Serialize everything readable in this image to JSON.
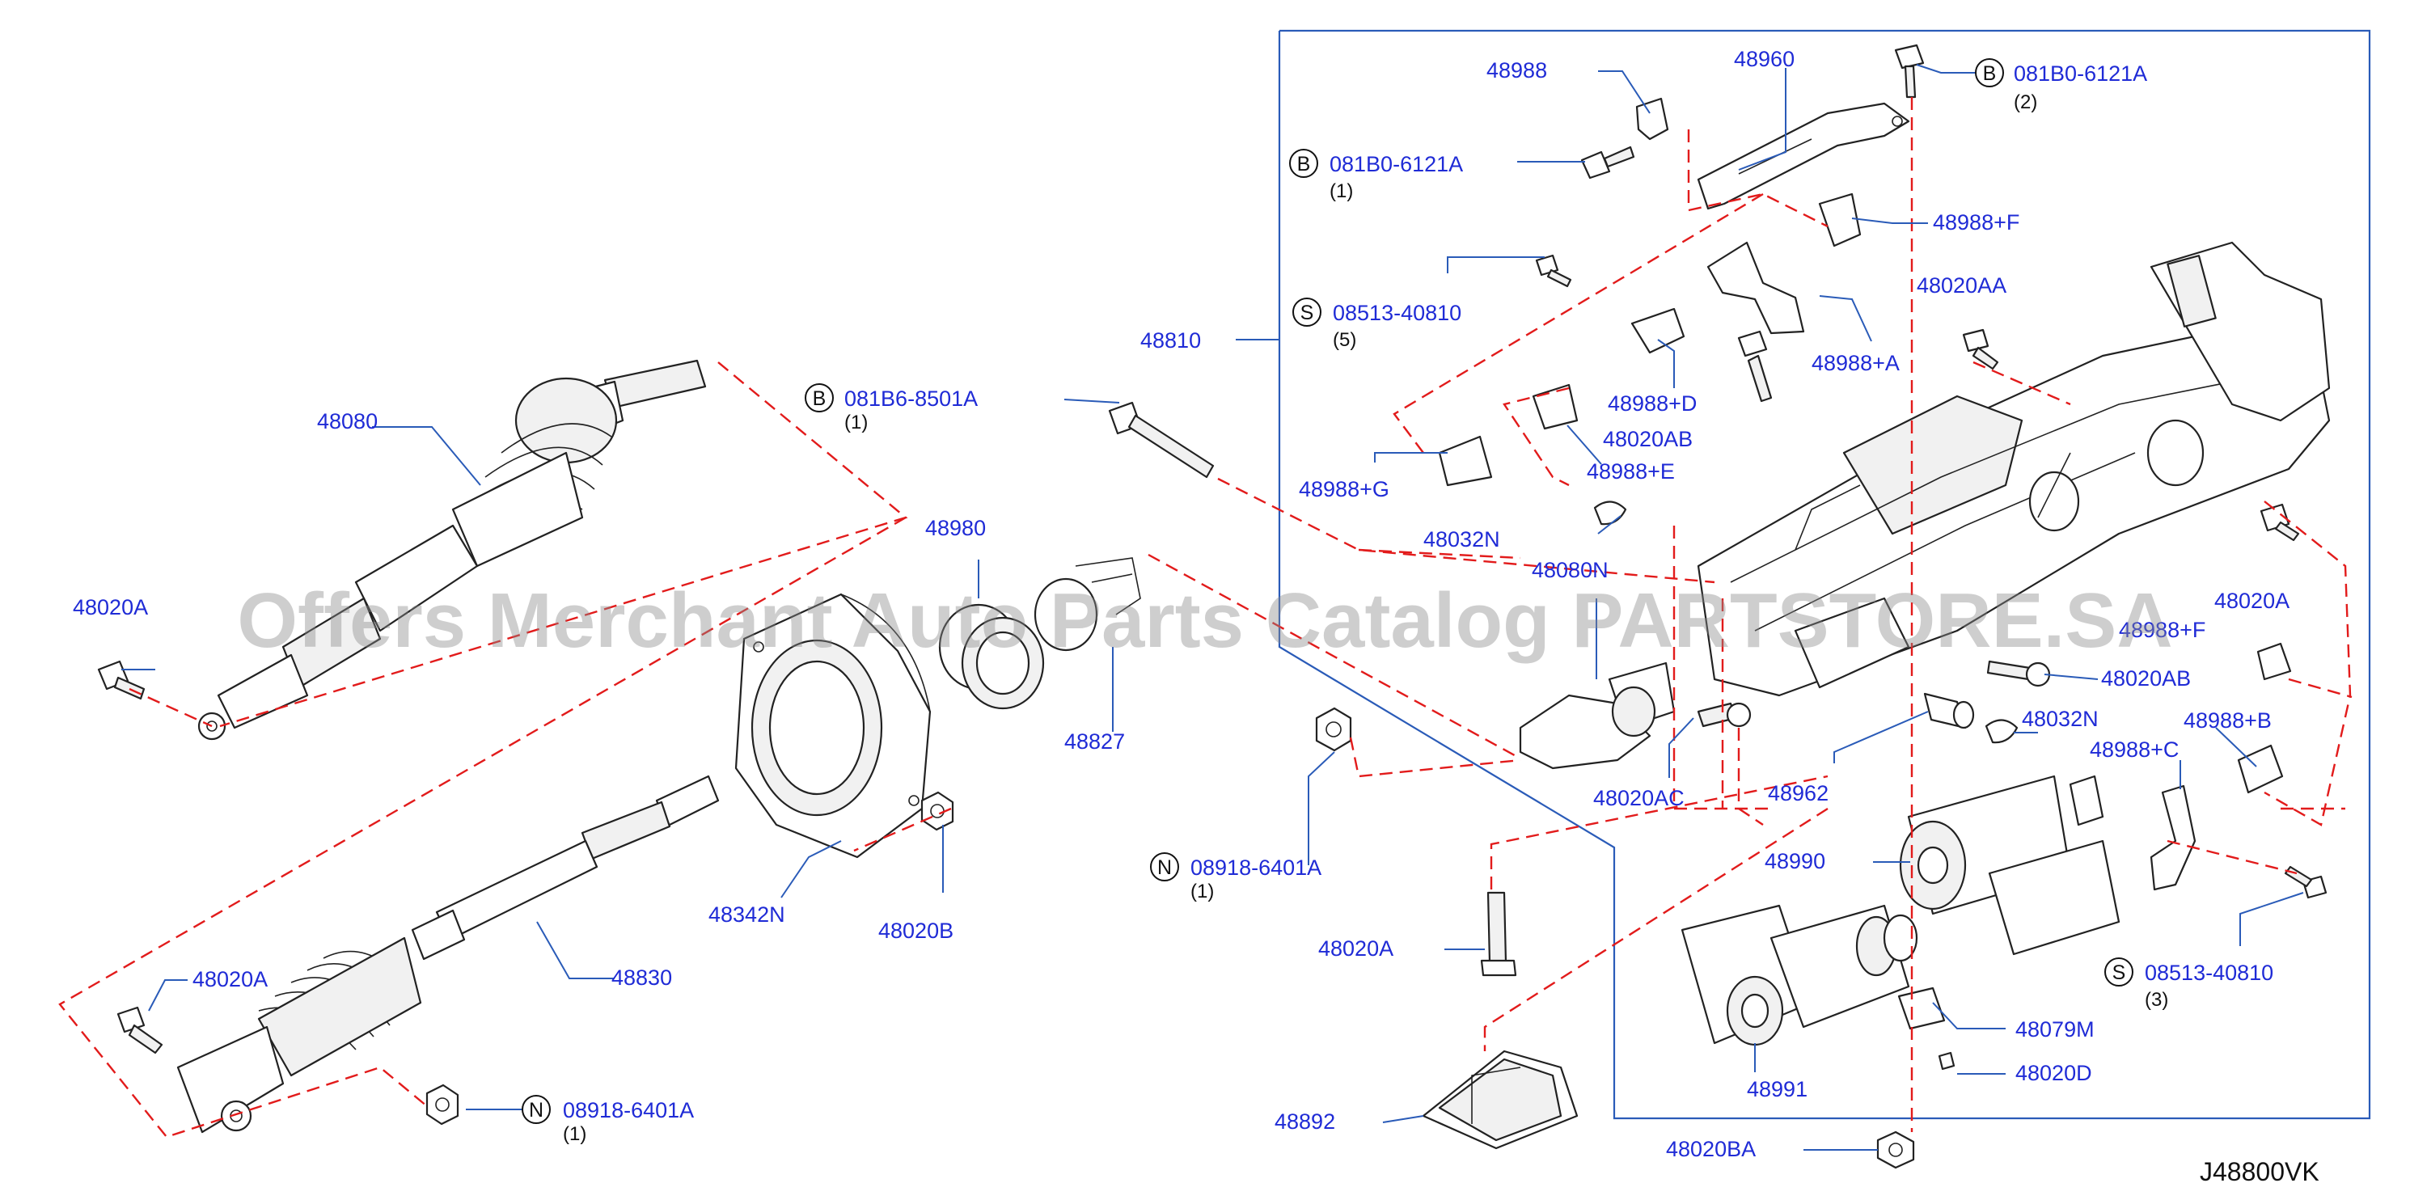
{
  "diagram": {
    "watermark": "Offers Merchant Auto Parts Catalog PARTSTORE.SA",
    "reference_code": "J48800VK",
    "labels": {
      "p48080": "48080",
      "p48020A_left": "48020A",
      "p48980": "48980",
      "p48827": "48827",
      "p48342N": "48342N",
      "p48020B": "48020B",
      "p48830": "48830",
      "p48020A_lower": "48020A",
      "p48810": "48810",
      "p48988": "48988",
      "p48960": "48960",
      "p48988F_top": "48988+F",
      "p48988A": "48988+A",
      "p48020AA": "48020AA",
      "p48988D": "48988+D",
      "p48020AB_top": "48020AB",
      "p48988E": "48988+E",
      "p48988G": "48988+G",
      "p48032N_top": "48032N",
      "p48080N": "48080N",
      "p48020A_right_partial": "48020A",
      "p48988F_right": "48988+F",
      "p48020AB_right": "48020AB",
      "p48032N_right": "48032N",
      "p48020AC": "48020AC",
      "p48962": "48962",
      "p48988B": "48988+B",
      "p48988C": "48988+C",
      "p48990": "48990",
      "p48020A_center": "48020A",
      "p48079M": "48079M",
      "p48020D": "48020D",
      "p48991": "48991",
      "p48892": "48892",
      "p48020BA": "48020BA"
    },
    "callouts": [
      {
        "letter": "B",
        "code": "081B6-8501A",
        "qty": "(1)"
      },
      {
        "letter": "N",
        "code": "08918-6401A",
        "qty": "(1)"
      },
      {
        "letter": "N",
        "code": "08918-6401A",
        "qty": "(1)"
      },
      {
        "letter": "B",
        "code": "081B0-6121A",
        "qty": "(2)"
      },
      {
        "letter": "B",
        "code": "081B0-6121A",
        "qty": "(1)"
      },
      {
        "letter": "S",
        "code": "08513-40810",
        "qty": "(5)"
      },
      {
        "letter": "S",
        "code": "08513-40810",
        "qty": "(3)"
      }
    ]
  }
}
